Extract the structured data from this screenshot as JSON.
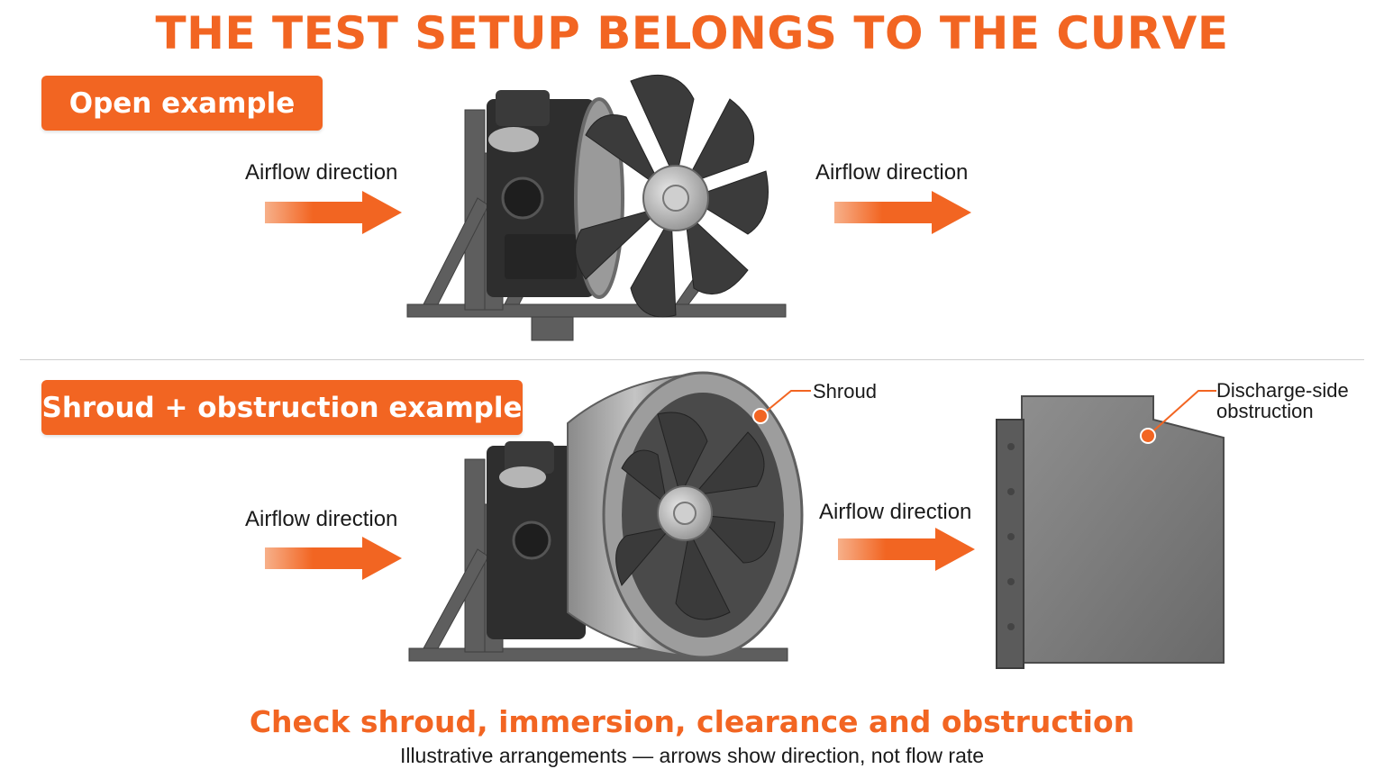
{
  "title": "THE TEST SETUP BELONGS TO THE CURVE",
  "top_section": {
    "label": "Open example",
    "inlet_label": "Airflow direction",
    "outlet_label": "Airflow direction"
  },
  "bottom_section": {
    "label": "Shroud + obstruction example",
    "inlet_label": "Airflow direction",
    "outlet_label": "Airflow direction",
    "shroud_callout": "Shroud",
    "obstruction_callout_line1": "Discharge-side",
    "obstruction_callout_line2": "obstruction"
  },
  "footer": {
    "headline": "Check shroud, immersion, clearance and obstruction",
    "note": "Illustrative arrangements — arrows show direction, not flow rate"
  },
  "colors": {
    "accent": "#f26522",
    "text": "#1a1a1a",
    "steel": "#6e6e6e"
  }
}
